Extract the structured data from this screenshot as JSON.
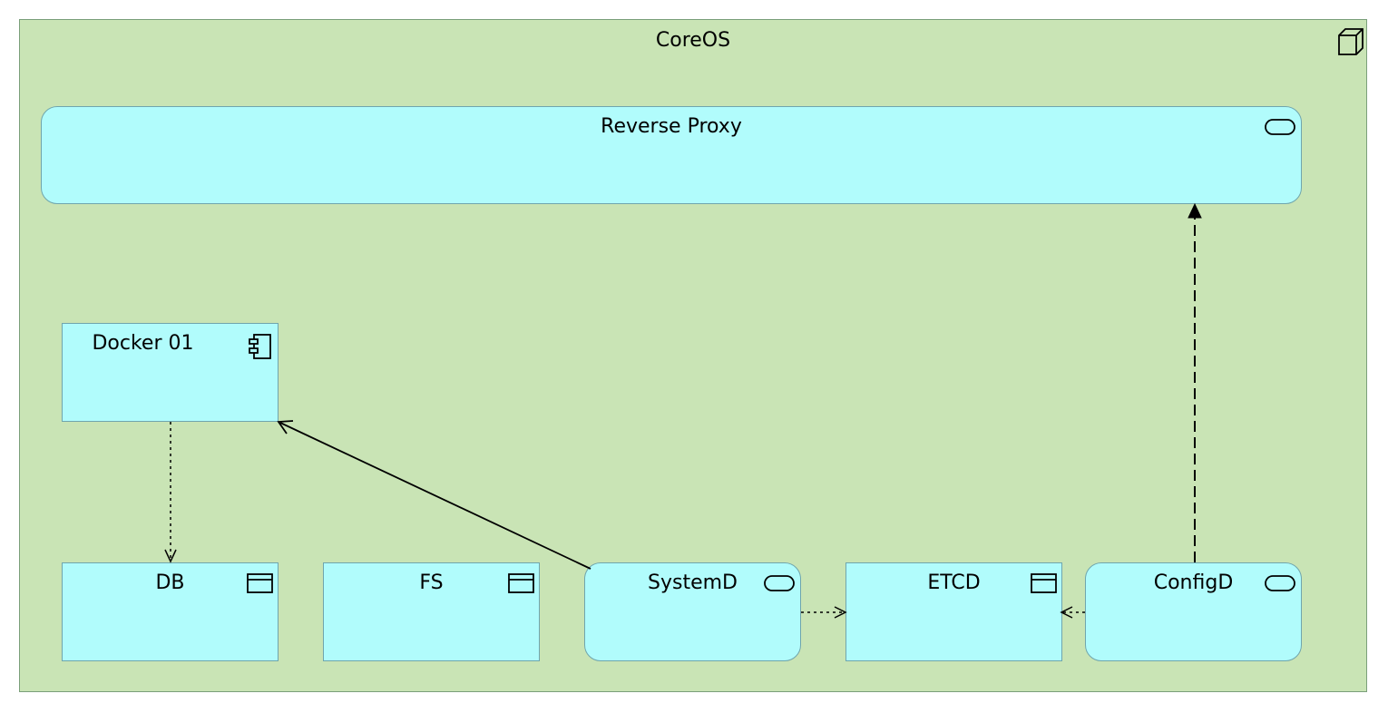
{
  "group": {
    "title": "CoreOS",
    "icon": "node-icon"
  },
  "elements": {
    "reverse_proxy": {
      "label": "Reverse Proxy",
      "icon": "service-icon"
    },
    "docker01": {
      "label": "Docker 01",
      "icon": "component-icon"
    },
    "db": {
      "label": "DB",
      "icon": "data-object-icon"
    },
    "fs": {
      "label": "FS",
      "icon": "data-object-icon"
    },
    "systemd": {
      "label": "SystemD",
      "icon": "service-icon"
    },
    "etcd": {
      "label": "ETCD",
      "icon": "data-object-icon"
    },
    "configd": {
      "label": "ConfigD",
      "icon": "service-icon"
    }
  },
  "relations": [
    {
      "from": "docker01",
      "to": "db",
      "style": "dotted-open-arrow"
    },
    {
      "from": "systemd",
      "to": "docker01",
      "style": "solid-open-arrow"
    },
    {
      "from": "systemd",
      "to": "etcd",
      "style": "dotted-open-arrow"
    },
    {
      "from": "configd",
      "to": "etcd",
      "style": "dotted-open-arrow"
    },
    {
      "from": "configd",
      "to": "reverse_proxy",
      "style": "dashed-filled-arrow"
    }
  ]
}
